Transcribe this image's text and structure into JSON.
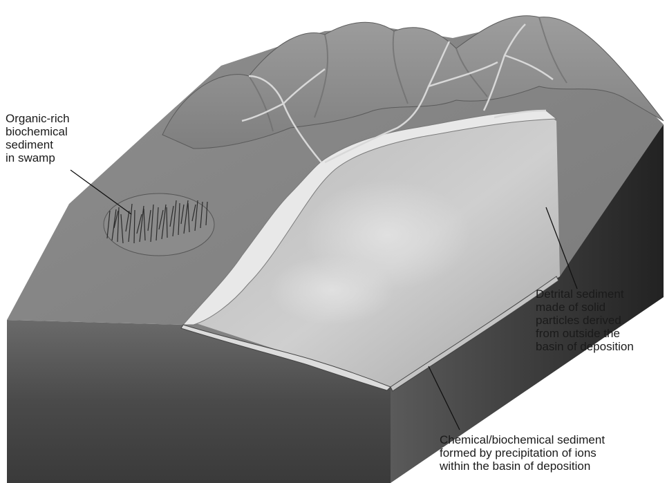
{
  "labels": {
    "swamp": "Organic-rich\nbiochemical\nsediment\nin swamp",
    "detrital": "Detrital sediment\nmade of solid\nparticles derived\nfrom outside the\nbasin of deposition",
    "chemical": "Chemical/biochemical sediment\nformed by precipitation of ions\nwithin the basin of deposition"
  }
}
